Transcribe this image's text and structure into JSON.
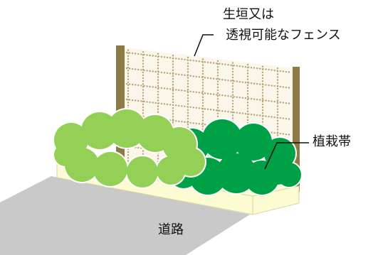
{
  "labels": {
    "fence_line1": "生垣又は",
    "fence_line2": "透視可能なフェンス",
    "planting_strip": "植栽帯",
    "road": "道路"
  },
  "colors": {
    "road": "#c9c9c9",
    "planter_face": "#fcfbd2",
    "planter_edge": "#d8d3a4",
    "fence_post": "#8d7a45",
    "fence_panel": "#fbf6ea",
    "fence_mesh": "#b8a57a",
    "shrub_light": "#94cf56",
    "shrub_dark": "#00a046",
    "shrub_outline": "#ffffff",
    "leader_line": "#111111"
  }
}
